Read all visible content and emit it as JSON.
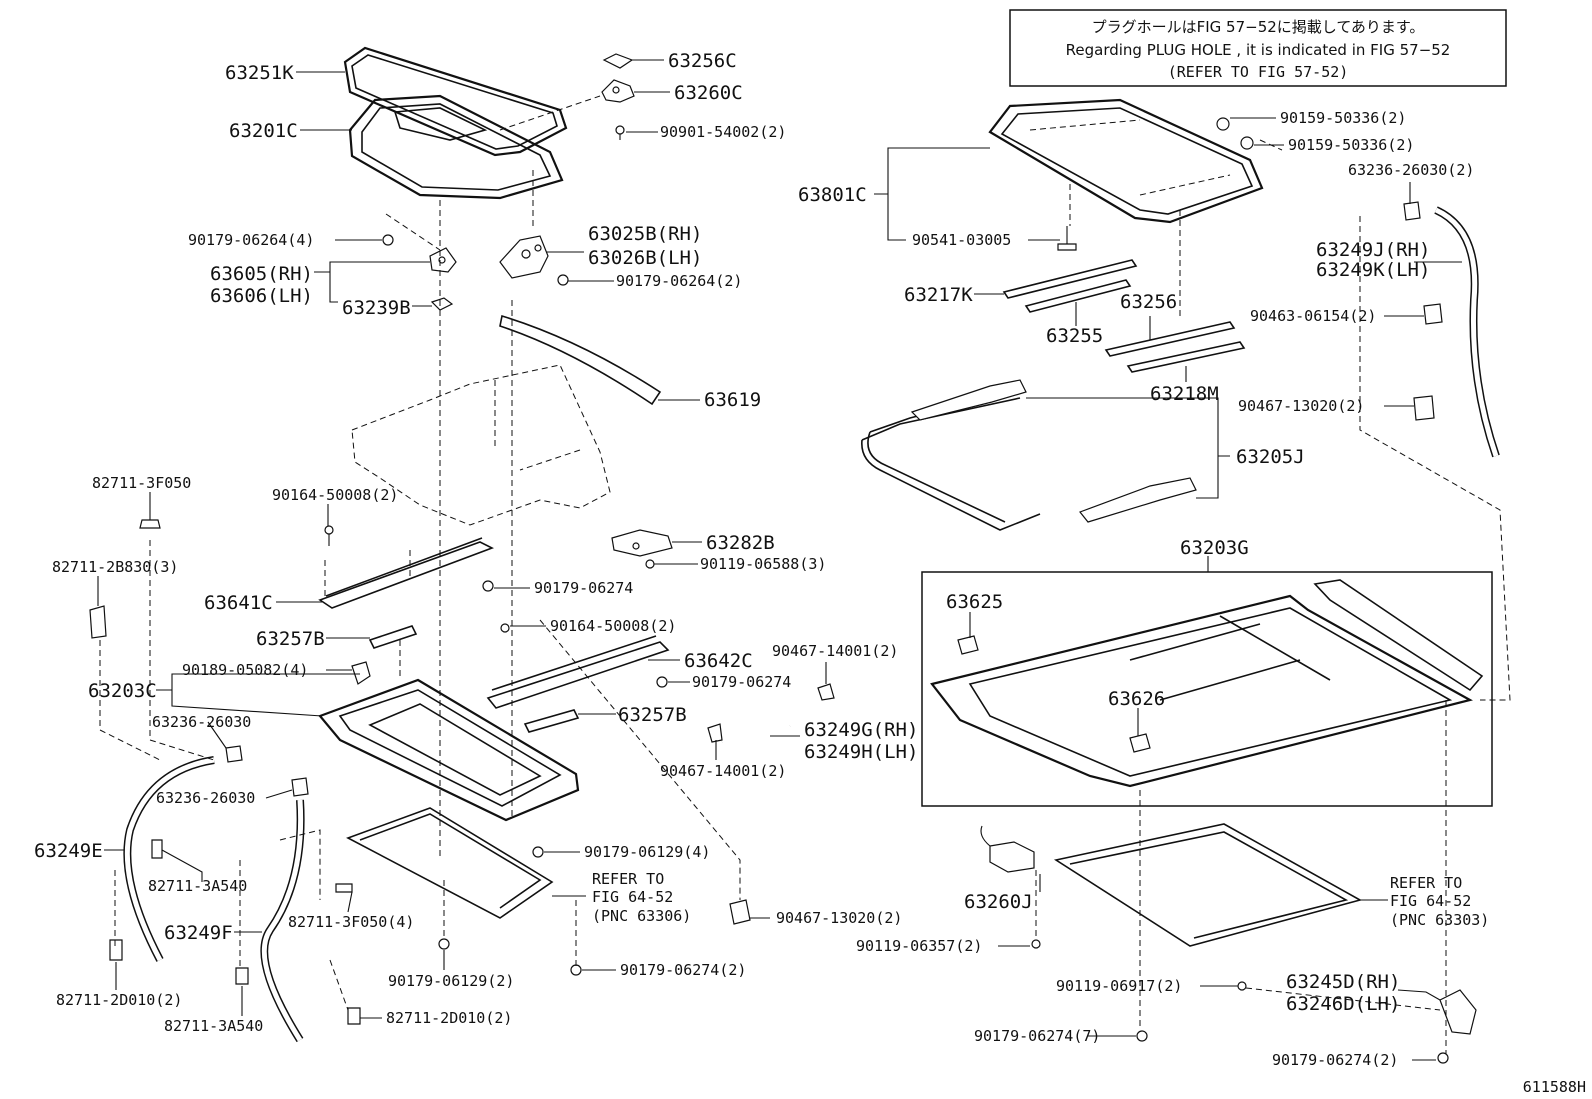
{
  "note": {
    "line_jp": "プラグホールはFIG 57−52に掲載してあります。",
    "line_en": "Regarding PLUG HOLE , it is indicated in FIG 57−52",
    "line_ref": "(REFER TO FIG 57-52)"
  },
  "diagram_id": "611588H",
  "refers": {
    "left": [
      "REFER TO",
      "FIG 64-52",
      "(PNC 63306)"
    ],
    "right": [
      "REFER TO",
      "FIG 64-52",
      "(PNC 63303)"
    ]
  },
  "labels": {
    "p63251K": "63251K",
    "p63201C": "63201C",
    "p63256C": "63256C",
    "p63260C": "63260C",
    "p90901_54002": "90901-54002(2)",
    "p90179_06264_4": "90179-06264(4)",
    "p63025B": "63025B(RH)",
    "p63026B": "63026B(LH)",
    "p63605": "63605(RH)",
    "p63606": "63606(LH)",
    "p63239B": "63239B",
    "p90179_06264_2": "90179-06264(2)",
    "p63619": "63619",
    "p82711_3F050": "82711-3F050",
    "p90164_50008_a": "90164-50008(2)",
    "p82711_2B830": "82711-2B830(3)",
    "p63282B": "63282B",
    "p90119_06588": "90119-06588(3)",
    "p90179_06274_a": "90179-06274",
    "p63641C": "63641C",
    "p90164_50008_b": "90164-50008(2)",
    "p63257B_a": "63257B",
    "p63642C": "63642C",
    "p90467_14001_a": "90467-14001(2)",
    "p90189_05082": "90189-05082(4)",
    "p90179_06274_b": "90179-06274",
    "p63203C": "63203C",
    "p63257B_b": "63257B",
    "p63236_26030_a": "63236-26030",
    "p63249G": "63249G(RH)",
    "p63249H": "63249H(LH)",
    "p90467_14001_b": "90467-14001(2)",
    "p63236_26030_b": "63236-26030",
    "p63249E": "63249E",
    "p82711_3A540_a": "82711-3A540",
    "p90179_06129_4": "90179-06129(4)",
    "p82711_3F050_4": "82711-3F050(4)",
    "p63249F": "63249F",
    "p90467_13020_a": "90467-13020(2)",
    "p90179_06129_2": "90179-06129(2)",
    "p90179_06274_2a": "90179-06274(2)",
    "p82711_2D010_a": "82711-2D010(2)",
    "p82711_3A540_b": "82711-3A540",
    "p82711_2D010_b": "82711-2D010(2)",
    "p90159_50336_a": "90159-50336(2)",
    "p90159_50336_b": "90159-50336(2)",
    "p63236_26030_2": "63236-26030(2)",
    "p63801C": "63801C",
    "p90541_03005": "90541-03005",
    "p63249J": "63249J(RH)",
    "p63249K": "63249K(LH)",
    "p63217K": "63217K",
    "p63256": "63256",
    "p90463_06154": "90463-06154(2)",
    "p63255": "63255",
    "p63218M": "63218M",
    "p90467_13020_b": "90467-13020(2)",
    "p63205J": "63205J",
    "p63203G": "63203G",
    "p63625": "63625",
    "p63626": "63626",
    "p63260J": "63260J",
    "p90119_06357": "90119-06357(2)",
    "p90119_06917": "90119-06917(2)",
    "p63245D": "63245D(RH)",
    "p63246D": "63246D(LH)",
    "p90179_06274_7": "90179-06274(7)",
    "p90179_06274_2b": "90179-06274(2)"
  }
}
